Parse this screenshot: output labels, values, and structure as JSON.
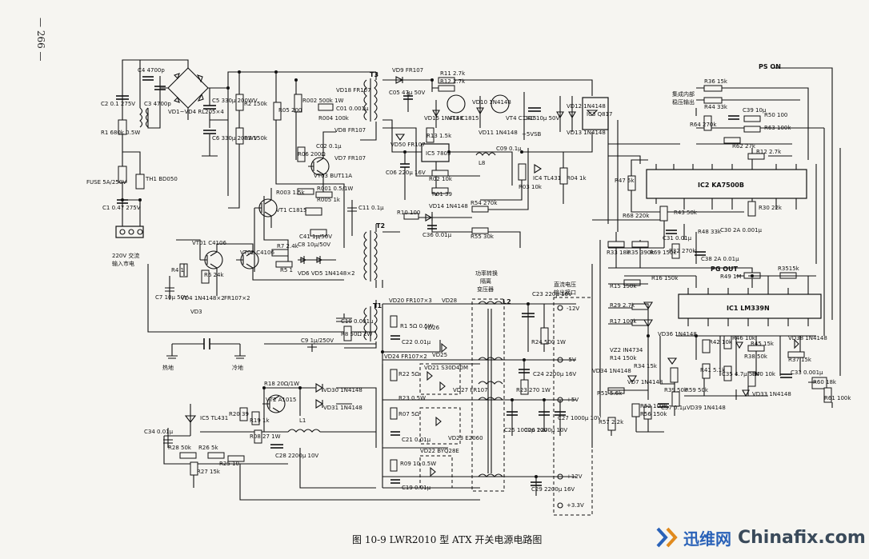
{
  "page_number": "— 266 —",
  "caption": "图 10-9   LWR2010 型 ATX 开关电源电路图",
  "brand": {
    "name_cn": "迅维网",
    "name_en": "Chinafix.com"
  },
  "input": {
    "label_line1": "220V 交流",
    "label_line2": "输入市电"
  },
  "ground": {
    "hot": "热地",
    "cold": "冷地"
  },
  "transformer_box": {
    "line1": "功率转换",
    "line2": "隔离",
    "line3": "变压器"
  },
  "output_box": {
    "line1": "直流电压",
    "line2": "输出接口"
  },
  "outputs": [
    "-12V",
    "-5V",
    "+5V",
    "+12V",
    "+3.3V"
  ],
  "ps_on": "PS ON",
  "pg_out": "PG OUT",
  "ic_inner": {
    "line1": "集成内部",
    "line2": "稳压输出"
  },
  "ics": {
    "ic2": "IC2 KA7500B",
    "ic1": "IC1 LM339N",
    "ic5": "IC5 7805",
    "ic3": "IC3 Q817",
    "ic4": "IC4 TL431",
    "ic5b": "IC5 TL431"
  },
  "labels": {
    "fuse": "FUSE 5A/250V",
    "th1": "TH1 BD050",
    "r1": "R1 680k 0.5W",
    "c1": "C1 0.47 275V",
    "c2": "C2 0.1 275V",
    "c3": "C3 4700p",
    "c4": "C4 4700p",
    "bridge": "VD1~VD4 RL205×4",
    "c5": "C5 330μ 200WV",
    "c6": "C6 330μ 200WV",
    "r2": "R2 150k",
    "r3": "R3 150k",
    "r05": "R05 200",
    "r002": "R002 500k 1W",
    "c01": "C01 0.001μ",
    "vd18": "VD18 FR107",
    "r004": "R004 100k",
    "vd8": "VD8 FR107",
    "r06": "R06 200Ω",
    "c02": "C02 0.1μ",
    "vd7": "VD7 FR107",
    "vt03": "VT03 BUT11A",
    "r001": "R001 0.5/1W",
    "r005": "R005 1k",
    "r003": "R003 1.5k",
    "vt1": "VT1 C1815",
    "c11": "C11 0.1μ",
    "c41": "C41 1μ/50V",
    "vt01": "VT01 C4106",
    "vt02": "VT02 C4106",
    "r7": "R7 2.4k",
    "r5": "R5 1",
    "c8": "C8 10μ/50V",
    "vd6vd5": "VD6 VD5 1N4148×2",
    "r4": "R4 1",
    "r6": "R6 24k",
    "vd4": "VD4 1N4148×2",
    "vd3": "VD3",
    "fr107x2": "FR107×2",
    "c7": "C7 10μ 50V",
    "c10": "C10 0.001μ",
    "r8": "R8 50Ω 2W",
    "c9": "C9 1μ/250V",
    "t1": "T1",
    "t2": "T2",
    "t3": "T3",
    "vd9": "VD9 FR107",
    "c05": "C05 47μ 50V",
    "r11": "R11 2.7k",
    "r12a": "R12 2.7k",
    "vd15": "VD15 1N4148",
    "vt3": "VT3 C1815",
    "vd10": "VD10 1N4148",
    "vt4": "VT4 C1815",
    "c40": "C40 10μ 50V",
    "vd12": "VD12 1N4148",
    "vd13": "VD13 1N4148",
    "vd11": "VD11 1N4148",
    "sb5v": "+5VSB",
    "r13": "R13 1.5k",
    "vd50": "VD50 FR107",
    "c06": "C06 220μ 16V",
    "c09": "C09 0.1μ",
    "l8": "L8",
    "r02": "R02 10k",
    "r03": "R03 10k",
    "r04": "R04 1k",
    "r01": "R01 39",
    "r10": "R10 100",
    "vd14": "VD14 1N4148",
    "r54": "R54 270k",
    "c36": "C36 0.01μ",
    "r55": "R55 30k",
    "vd20": "VD20 FR107×3",
    "vd28": "VD28",
    "l2": "L2",
    "r1b": "R1 5Ω 0.5W",
    "vd26": "VD26",
    "c22": "C22 0.01μ",
    "vd24": "VD24 FR107×2",
    "vd25": "VD25",
    "vd21": "VD21 S30D40M",
    "vd27": "VD27 FR107",
    "r22": "R22 5Ω",
    "r23": "R23 0.5W",
    "r07": "R07 5Ω",
    "c21": "C21 0.01μ",
    "vd23": "VD23 E2060",
    "vd22": "VD22 BYQ28E",
    "r09": "R09 10 0.5W",
    "c19": "C19 0.01μ",
    "c23": "C23 220μ 16V",
    "r24": "R24 500 1W",
    "c24": "C24 2200μ 16V",
    "r23b": "R23 270 1W",
    "c25": "C25 1000μ 10V",
    "c26": "C26 2200μ 10V",
    "c27": "C27 1000μ 10V",
    "c29": "C29 2200μ 16V",
    "r18": "R18 20Ω/1W",
    "vd30": "VD30 1N4148",
    "vt2": "VT2 A1015",
    "vd31": "VD31 1N4148",
    "r20": "R20 39",
    "r19": "R19 1k",
    "r08": "R08 27 1W",
    "l1": "L1",
    "c28": "C28 2200μ 10V",
    "c34": "C34 0.01μ",
    "r28": "R28 50k",
    "r26": "R26 5k",
    "r25": "R25 10",
    "r27": "R27 15k",
    "r36": "R36 15k",
    "r44": "R44 33k",
    "r64": "R64 270k",
    "c39": "C39 10μ",
    "r50": "R50 100",
    "r63": "R63 100k",
    "r62": "R62 27k",
    "r12b": "R12 2.7k",
    "r47": "R47 5k",
    "r30": "R30 22k",
    "r68": "R68 220k",
    "r43": "R43 50k",
    "c31": "C31 0.01μ",
    "r48": "R48 33k",
    "c30": "C30 2A 0.001μ",
    "r33": "R33 18k",
    "r35": "R35 390k",
    "r69": "R69 150k",
    "r32": "R32 270k",
    "c38": "C38 2A 0.01μ",
    "r16": "R16 150k",
    "r15": "R15 150k",
    "r49": "R49 1M",
    "r3515": "R3515k",
    "r29": "R29 2.7k",
    "r17": "R17 100k",
    "vz2": "VZ2 IN4734",
    "r14": "R14 150k",
    "vd36": "VD36 1N4148",
    "r34": "R34 15k",
    "r42": "R42 10k",
    "r46": "R46 10k",
    "r45": "R45 15k",
    "r37": "R37 15k",
    "vd38": "VD38 1N4148",
    "r41": "R41 5.1k",
    "c35": "C35 4.7μ 50V",
    "r38": "R38 50k",
    "r40": "R40 10k",
    "c33": "C33 0.001μ",
    "r60": "R60 18k",
    "r61": "R61 100k",
    "vd33": "VD33 1N4148",
    "r39": "R39 50k",
    "r59": "R59 50k",
    "vd39": "VD39 1N4148",
    "r51": "R51 5.6k",
    "vd7b": "VD7 1N4148",
    "r52": "R52 100k",
    "c37": "C37 0.1μ",
    "r56": "R56 150k",
    "r57": "R57 2.2k",
    "vd34": "VD34 1N4148"
  }
}
